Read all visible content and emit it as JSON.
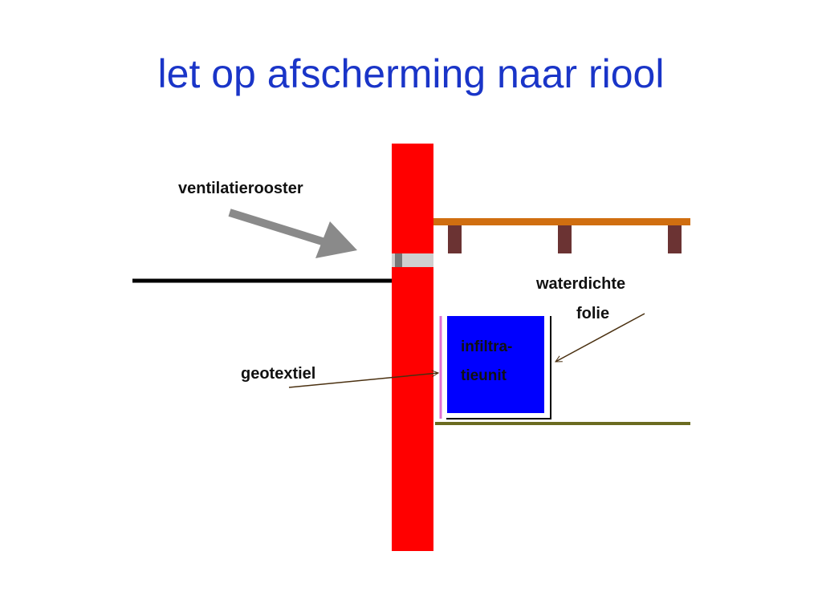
{
  "title": "let op afscherming naar riool",
  "labels": {
    "ventilation": "ventilatierooster",
    "membrane_line1": "waterdichte",
    "membrane_line2": "folie",
    "unit_line1": "infiltra-",
    "unit_line2": "tieunit",
    "geotextile": "geotextiel"
  },
  "colors": {
    "title": "#1a35c8",
    "wall": "#ff0000",
    "floor_beam": "#d06e10",
    "joist": "#6b3333",
    "unit": "#0000ff",
    "geotextile": "#e070d0",
    "ground_line": "#6b6b20",
    "arrow": "#8a8a8a",
    "vent": "#cfcfcf",
    "leader": "#4a3010"
  }
}
